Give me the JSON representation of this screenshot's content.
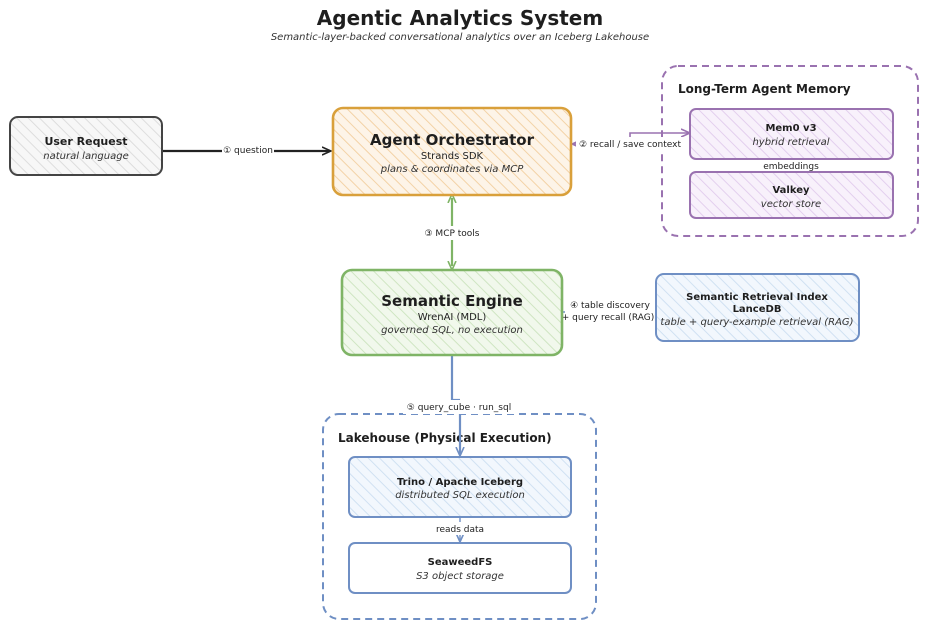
{
  "title": "Agentic Analytics System",
  "subtitle": "Semantic-layer-backed conversational analytics over an Iceberg Lakehouse",
  "colors": {
    "orange": "#d9a03b",
    "green": "#7fb466",
    "purple": "#9a72b0",
    "blue": "#6f8fc4",
    "gray": "#444444"
  },
  "nodes": {
    "user_request": {
      "title": "User Request",
      "subtitle": "natural language"
    },
    "orchestrator": {
      "title": "Agent Orchestrator",
      "line2": "Strands SDK",
      "subtitle": "plans & coordinates via MCP"
    },
    "semantic_engine": {
      "title": "Semantic Engine",
      "line2": "WrenAI (MDL)",
      "subtitle": "governed SQL, no execution"
    },
    "retrieval_index": {
      "title": "Semantic Retrieval Index",
      "line2": "LanceDB",
      "subtitle": "table + query-example retrieval (RAG)"
    },
    "mem0": {
      "title": "Mem0 v3",
      "subtitle": "hybrid retrieval"
    },
    "valkey": {
      "title": "Valkey",
      "subtitle": "vector store"
    },
    "trino": {
      "title": "Trino / Apache Iceberg",
      "subtitle": "distributed SQL execution"
    },
    "seaweedfs": {
      "title": "SeaweedFS",
      "subtitle": "S3 object storage"
    }
  },
  "groups": {
    "memory": {
      "title": "Long-Term Agent Memory"
    },
    "lakehouse": {
      "title": "Lakehouse (Physical Execution)"
    }
  },
  "edges": {
    "question": "① question",
    "recall": "② recall / save context",
    "mcp_tools": "③ MCP tools",
    "table_discovery_1": "④ table discovery",
    "table_discovery_2": "+ query recall (RAG)",
    "query_cube": "⑤ query_cube · run_sql",
    "embeddings": "embeddings",
    "reads_data": "reads data"
  }
}
